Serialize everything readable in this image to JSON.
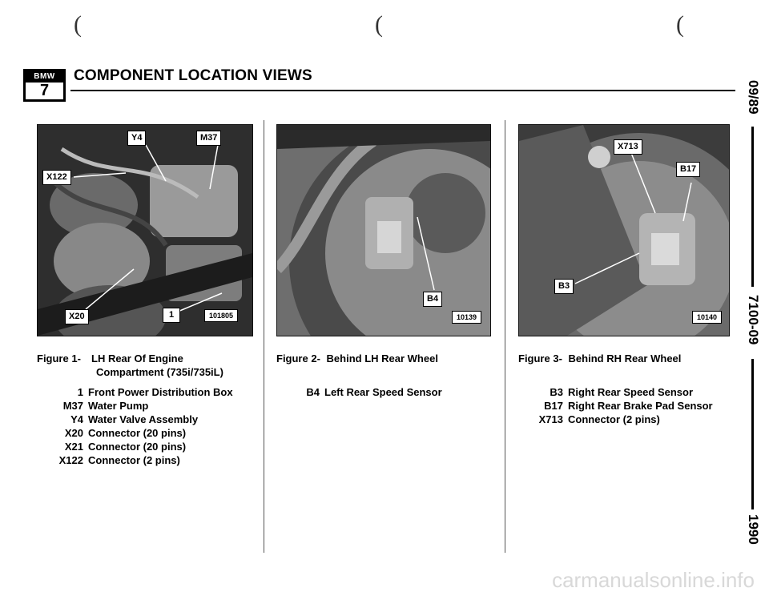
{
  "header": {
    "logo_brand": "BMW",
    "logo_number": "7",
    "title": "COMPONENT LOCATION VIEWS"
  },
  "side_margin": {
    "date": "09/89",
    "section": "7100-09",
    "year": "1990"
  },
  "figures": [
    {
      "caption_label": "Figure 1-",
      "caption_line1": "LH Rear Of Engine",
      "caption_line2": "Compartment (735i/735iL)",
      "photo_number": "101805",
      "callouts": [
        "Y4",
        "M37",
        "X122",
        "X20",
        "1"
      ],
      "legend": [
        {
          "code": "1",
          "desc": "Front Power Distribution Box"
        },
        {
          "code": "M37",
          "desc": "Water Pump"
        },
        {
          "code": "Y4",
          "desc": "Water Valve Assembly"
        },
        {
          "code": "X20",
          "desc": "Connector (20 pins)"
        },
        {
          "code": "X21",
          "desc": "Connector (20 pins)"
        },
        {
          "code": "X122",
          "desc": "Connector (2 pins)"
        }
      ]
    },
    {
      "caption_label": "Figure 2-",
      "caption_line1": "Behind LH Rear Wheel",
      "photo_number": "10139",
      "callouts": [
        "B4"
      ],
      "legend": [
        {
          "code": "B4",
          "desc": "Left Rear Speed Sensor"
        }
      ]
    },
    {
      "caption_label": "Figure 3-",
      "caption_line1": "Behind RH Rear Wheel",
      "photo_number": "10140",
      "callouts": [
        "X713",
        "B17",
        "B3"
      ],
      "legend": [
        {
          "code": "B3",
          "desc": "Right Rear Speed Sensor"
        },
        {
          "code": "B17",
          "desc": "Right Rear Brake Pad Sensor"
        },
        {
          "code": "X713",
          "desc": "Connector (2 pins)"
        }
      ]
    }
  ],
  "watermark": "carmanualsonline.info"
}
